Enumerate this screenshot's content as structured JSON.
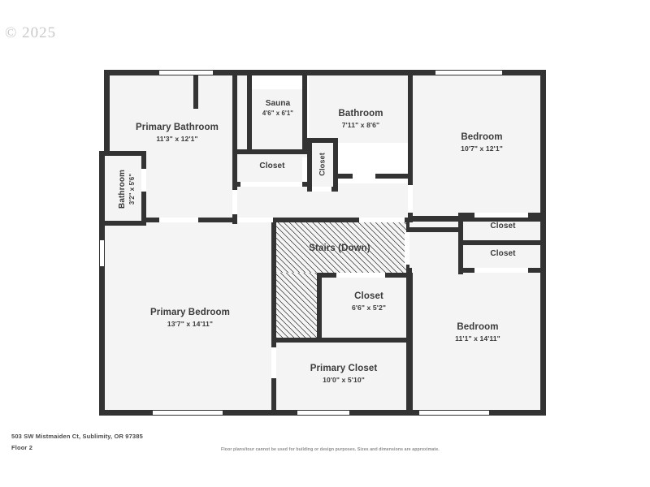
{
  "watermark": "© 2025",
  "footer": {
    "address": "503 SW Mistmaiden Ct, Sublimity, OR 97385",
    "floor": "Floor 2",
    "disclaimer": "Floor plans/tour cannot be used for building or design purposes. Sizes and dimensions are approximate."
  },
  "colors": {
    "wall": "#333333",
    "room_fill": "#f4f4f4",
    "text": "#3b3b3b",
    "page_background": "#ffffff",
    "watermark": "#c9c9c9",
    "footer_text": "#4a4a4a",
    "disclaimer_text": "#8c8c8c"
  },
  "plan": {
    "floor_label": "Floor 2",
    "rooms": [
      {
        "id": "primary-bathroom",
        "name": "Primary Bathroom",
        "dimensions": "11'3\" x 12'1\""
      },
      {
        "id": "sauna",
        "name": "Sauna",
        "dimensions": "4'6\" x 6'1\""
      },
      {
        "id": "bathroom-main",
        "name": "Bathroom",
        "dimensions": "7'11\" x 8'6\""
      },
      {
        "id": "bedroom-top",
        "name": "Bedroom",
        "dimensions": "10'7\" x 12'1\""
      },
      {
        "id": "bathroom-small",
        "name": "Bathroom",
        "dimensions": "3'2\" x 5'6\""
      },
      {
        "id": "closet-hall",
        "name": "Closet",
        "dimensions": ""
      },
      {
        "id": "closet-narrow",
        "name": "Closet",
        "dimensions": ""
      },
      {
        "id": "stairs",
        "name": "Stairs (Down)",
        "dimensions": ""
      },
      {
        "id": "closet-center",
        "name": "Closet",
        "dimensions": "6'6\" x 5'2\""
      },
      {
        "id": "primary-bedroom",
        "name": "Primary Bedroom",
        "dimensions": "13'7\" x 14'11\""
      },
      {
        "id": "primary-closet",
        "name": "Primary Closet",
        "dimensions": "10'0\" x 5'10\""
      },
      {
        "id": "closet-right-top",
        "name": "Closet",
        "dimensions": ""
      },
      {
        "id": "closet-right-bot",
        "name": "Closet",
        "dimensions": ""
      },
      {
        "id": "bedroom-bottom",
        "name": "Bedroom",
        "dimensions": "11'1\" x 14'11\""
      }
    ]
  }
}
